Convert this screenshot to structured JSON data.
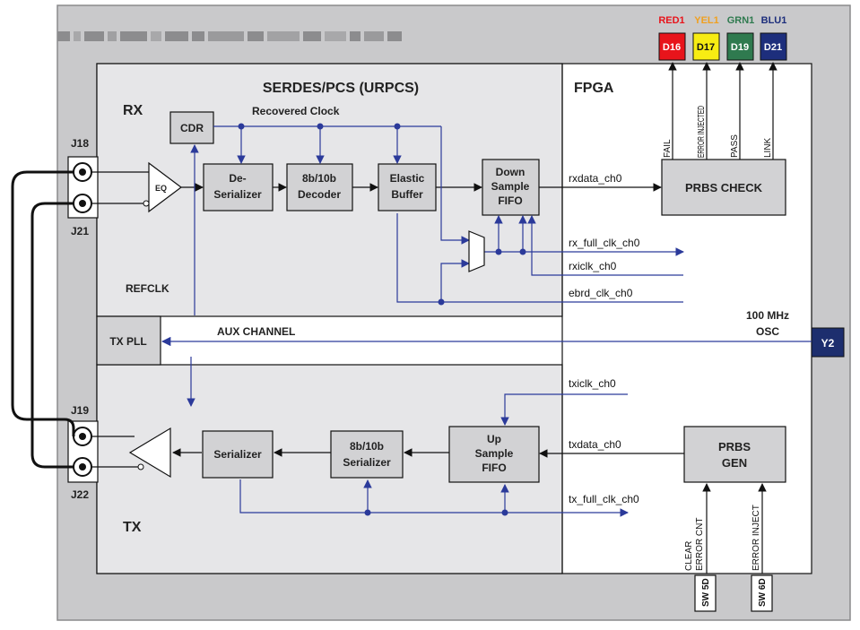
{
  "board_header_obscured": true,
  "section_serdes": "SERDES/PCS (URPCS)",
  "section_fpga": "FPGA",
  "section_rx": "RX",
  "section_tx": "TX",
  "label_recovered_clock": "Recovered Clock",
  "label_refclk": "REFCLK",
  "label_aux_channel": "AUX CHANNEL",
  "osc_line1": "100 MHz",
  "osc_line2": "OSC",
  "osc_ref": "Y2",
  "blocks": {
    "cdr": "CDR",
    "eq": "EQ",
    "deserializer": [
      "De-",
      "Serializer"
    ],
    "decoder": [
      "8b/10b",
      "Decoder"
    ],
    "elastic_buffer": [
      "Elastic",
      "Buffer"
    ],
    "down_sample_fifo": [
      "Down",
      "Sample",
      "FIFO"
    ],
    "prbs_check": "PRBS CHECK",
    "tx_pll": "TX PLL",
    "serializer": "Serializer",
    "serializer_8b10b": [
      "8b/10b",
      "Serializer"
    ],
    "up_sample_fifo": [
      "Up",
      "Sample",
      "FIFO"
    ],
    "prbs_gen": [
      "PRBS",
      "GEN"
    ]
  },
  "connectors": {
    "j18": "J18",
    "j21": "J21",
    "j19": "J19",
    "j22": "J22"
  },
  "signals": {
    "rxdata": "rxdata_ch0",
    "rx_full_clk": "rx_full_clk_ch0",
    "rxiclk": "rxiclk_ch0",
    "ebrd_clk": "ebrd_clk_ch0",
    "txiclk": "txiclk_ch0",
    "txdata": "txdata_ch0",
    "tx_full_clk": "tx_full_clk_ch0"
  },
  "prbs_check_outputs": [
    "FAIL",
    "ERROR INJECTED",
    "PASS",
    "LINK"
  ],
  "leds": [
    {
      "name": "RED1",
      "ref": "D16",
      "color": "#e8141b",
      "name_color": "#e8141b",
      "text_color": "#ffffff"
    },
    {
      "name": "YEL1",
      "ref": "D17",
      "color": "#f7ec13",
      "name_color": "#f0a020",
      "text_color": "#111111"
    },
    {
      "name": "GRN1",
      "ref": "D19",
      "color": "#2f7a4f",
      "name_color": "#2f7a4f",
      "text_color": "#ffffff"
    },
    {
      "name": "BLU1",
      "ref": "D21",
      "color": "#1d2e7c",
      "name_color": "#1d2e7c",
      "text_color": "#ffffff"
    }
  ],
  "switches": [
    {
      "ref": "SW 5D",
      "label_lines": [
        "CLEAR",
        "ERROR CNT"
      ]
    },
    {
      "ref": "SW 6D",
      "label_lines": [
        "ERROR INJECT"
      ]
    }
  ],
  "colors": {
    "board": "#c9c9cb",
    "serdes_bg": "#e6e6e8",
    "block": "#d2d2d4",
    "clock_line": "#2b3a9a",
    "data_line": "#111111",
    "osc": "#1d2e6e"
  }
}
